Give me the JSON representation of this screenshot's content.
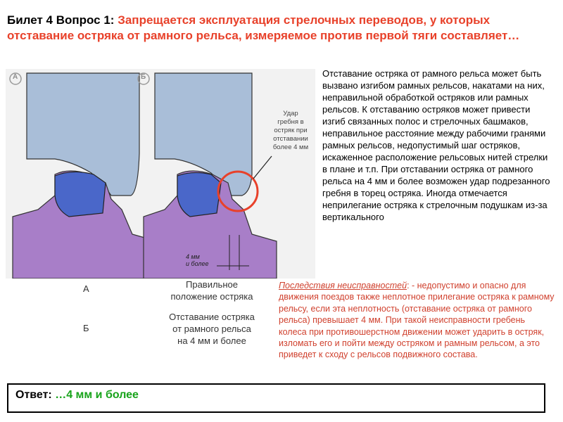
{
  "title": {
    "prefix": "Билет 4  Вопрос 1: ",
    "question": "Запрещается эксплуатация стрелочных переводов, у которых отставание остряка от рамного рельса, измеряемое против первой тяги составляет…"
  },
  "figure": {
    "marker_a": "А",
    "marker_b": "Б",
    "callout": [
      "Удар",
      "гребня в",
      "остряк при",
      "отставании",
      "более 4 мм"
    ],
    "dim_line1": "4 мм",
    "dim_line2": "и более"
  },
  "legend": {
    "a_letter": "А",
    "a_text_1": "Правильное",
    "a_text_2": "положение остряка",
    "b_letter": "Б",
    "b_text_1": "Отставание остряка",
    "b_text_2": "от рамного рельса",
    "b_text_3": "на 4 мм и более"
  },
  "explanation": "Отставание остряка от рамного рельса может быть вызвано изгибом рамных рельсов, накатами на них, неправильной обработкой остряков или рамных рельсов. К отставанию остряков может привести изгиб связанных полос и стрелочных башмаков, неправильное расстояние между рабочими гранями рамных рельсов, недопустимый шаг остряков, искаженное расположение рельсовых нитей стрелки в плане и т.п. При отставании остряка от рамного рельса на 4 мм и более возможен удар подрезанного гребня в торец остряка. Иногда отмечается неприлегание остряка к стрелочным подушкам из-за вертикального",
  "consequences": {
    "heading": "Последствия неисправностей",
    "text": ": - недопустимо и опасно для движения поездов также неплотное прилегание остряка к рамному рельсу, если эта неплотность (отставание остряка от рамного рельса) превышает 4 мм. При такой неисправности гребень колеса при противошерстном движении может ударить в остряк, изломать его и пойти между остряком и рамным рельсом, а это приведет к сходу с рельсов подвижного состава."
  },
  "answer": {
    "label": "Ответ: ",
    "value": "…4 мм и более"
  }
}
